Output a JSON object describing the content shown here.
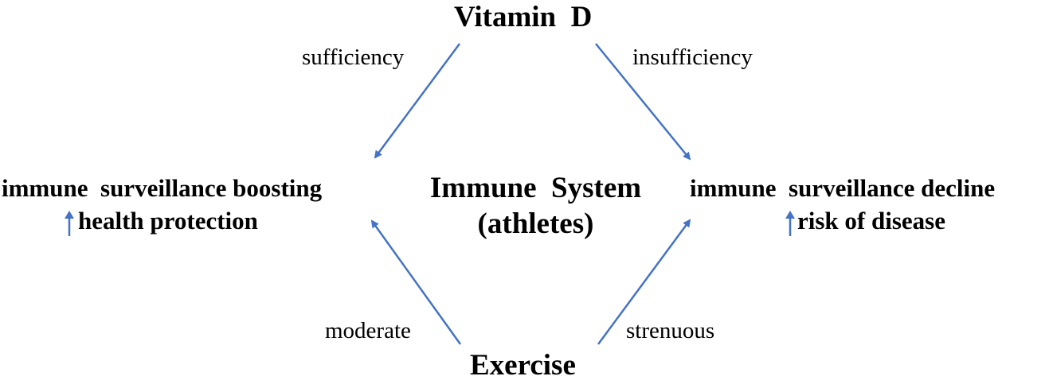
{
  "nodes": {
    "top": "Vitamin  D",
    "bottom": "Exercise",
    "center_line1": "Immune  System",
    "center_line2": "(athletes)",
    "left_line1": "immune  surveillance boosting",
    "left_line2": "health protection",
    "right_line1": "immune  surveillance decline",
    "right_line2": "risk of disease"
  },
  "edges": {
    "top_left": "sufficiency",
    "top_right": "insufficiency",
    "bottom_left": "moderate",
    "bottom_right": "strenuous"
  },
  "icons": {
    "left_marker": "up-arrow-icon",
    "right_marker": "up-arrow-icon"
  },
  "colors": {
    "arrow": "#4472C4",
    "text": "#000000"
  }
}
